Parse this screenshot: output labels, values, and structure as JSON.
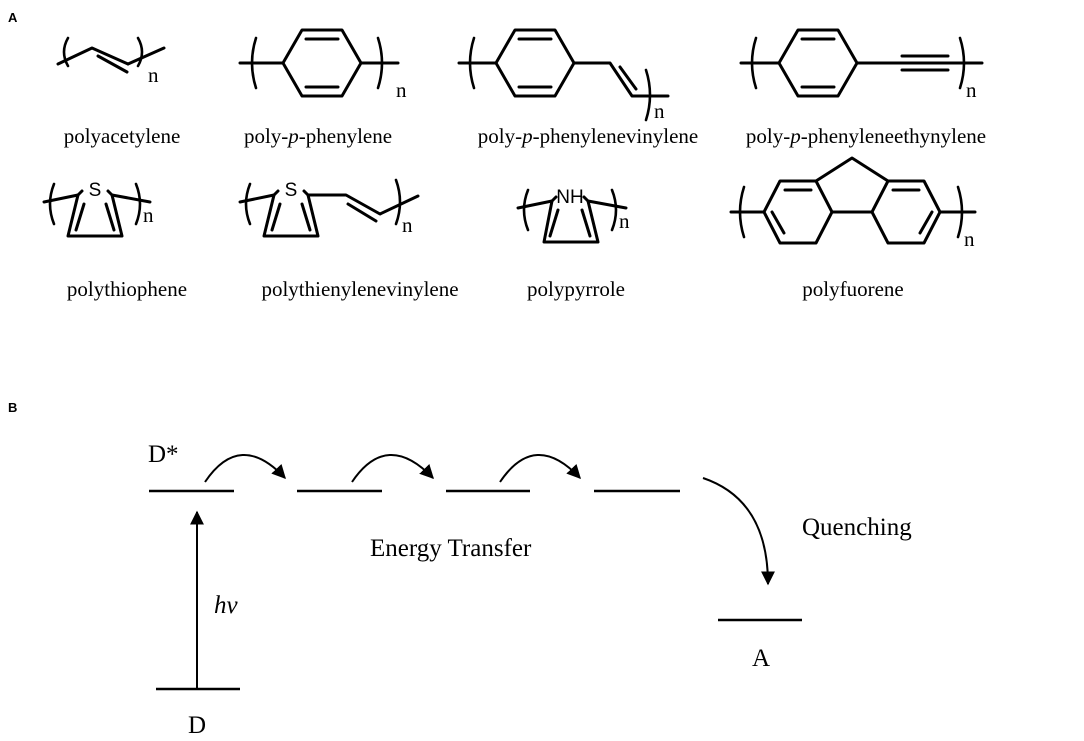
{
  "panels": {
    "a": "A",
    "b": "B"
  },
  "polymers": {
    "row1": [
      {
        "name": "polyacetylene"
      },
      {
        "name_pre": "poly-",
        "name_it": "p",
        "name_post": "-phenylene"
      },
      {
        "name_pre": "poly-",
        "name_it": "p",
        "name_post": "-phenylenevinylene"
      },
      {
        "name_pre": "poly-",
        "name_it": "p",
        "name_post": "-phenyleneethynylene"
      }
    ],
    "row2": [
      {
        "name": "polythiophene",
        "atom": "S"
      },
      {
        "name": "polythienylenevinylene",
        "atom": "S"
      },
      {
        "name": "polypyrrole",
        "atom": "NH"
      },
      {
        "name": "polyfuorene"
      }
    ],
    "subscript": "n"
  },
  "energy": {
    "excited_label": "D*",
    "ground_label": "D",
    "acceptor_label": "A",
    "photon_label": "hv",
    "transfer_label": "Energy Transfer",
    "quench_label": "Quenching"
  }
}
